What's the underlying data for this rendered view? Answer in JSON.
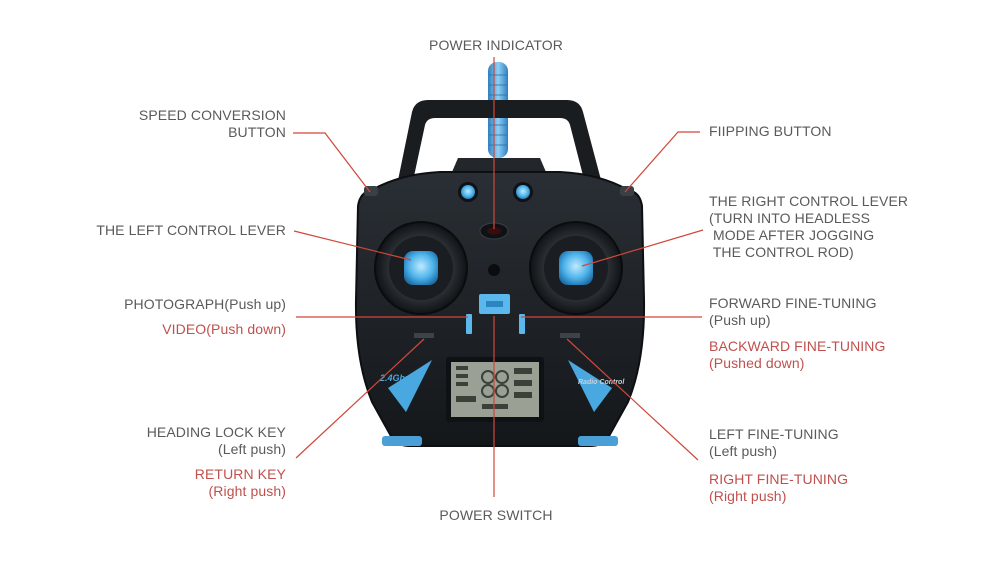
{
  "labels": {
    "power_indicator": "POWER INDICATOR",
    "speed_conversion": "SPEED CONVERSION\nBUTTON",
    "flipping_button": "FIIPPING BUTTON",
    "left_control_lever": "THE LEFT CONTROL LEVER",
    "right_control_lever": "THE RIGHT CONTROL LEVER\n(TURN INTO HEADLESS\n MODE AFTER JOGGING\n THE CONTROL ROD)",
    "photograph": "PHOTOGRAPH(Push up)",
    "video": "VIDEO(Push down)",
    "forward_fine_tuning": "FORWARD FINE-TUNING\n(Push up)",
    "backward_fine_tuning": "BACKWARD FINE-TUNING\n(Pushed down)",
    "heading_lock": "HEADING LOCK KEY\n(Left push)",
    "return_key": "RETURN KEY\n(Right push)",
    "left_fine_tuning": "LEFT FINE-TUNING\n(Left push)",
    "right_fine_tuning": "RIGHT FINE-TUNING\n(Right push)",
    "power_switch": "POWER SWITCH"
  },
  "device": {
    "frequency_text": "2.4Ghz",
    "brand_text": "Radio Control"
  },
  "colors": {
    "leader_line": "#d0483a",
    "body": "#1c2024",
    "accent_blue": "#4aa8e0",
    "label_gray": "#5a5a5a",
    "label_red": "#c0504d"
  }
}
